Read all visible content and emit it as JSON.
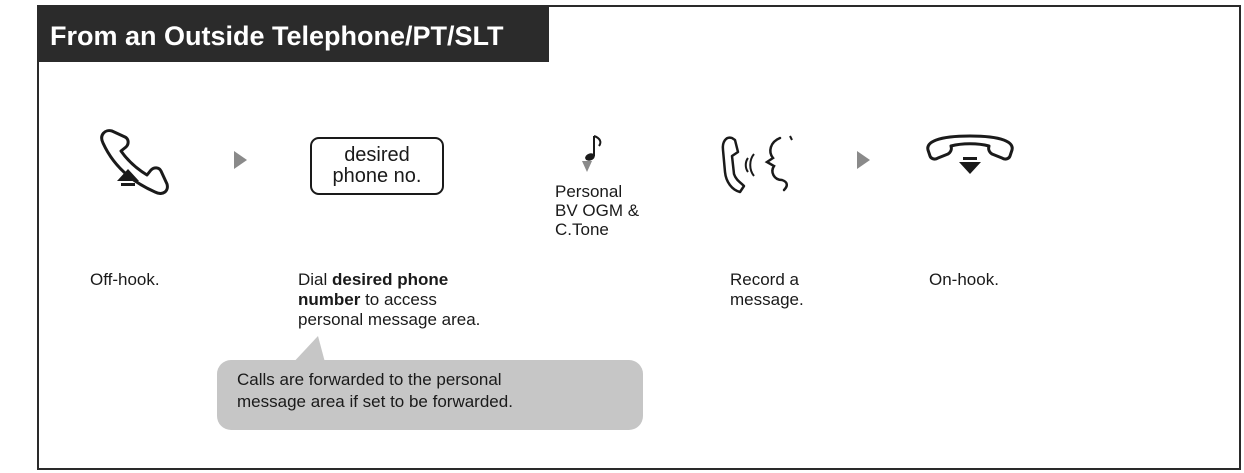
{
  "title": "From an Outside Telephone/PT/SLT",
  "steps": {
    "off_hook": {
      "label": "Off-hook."
    },
    "dial": {
      "box_line1": "desired",
      "box_line2": "phone no.",
      "label_pre": "Dial ",
      "label_bold1": "desired phone",
      "label_bold2": "number",
      "label_post1": " to access",
      "label_line3": "personal message area."
    },
    "tone": {
      "line1": "Personal",
      "line2": "BV OGM &",
      "line3": "C.Tone"
    },
    "record": {
      "line1": "Record a",
      "line2": "message."
    },
    "on_hook": {
      "label": "On-hook."
    }
  },
  "callout": {
    "line1": "Calls are forwarded to the personal",
    "line2": "message area if set to be forwarded."
  },
  "colors": {
    "title_bg": "#2b2b2b",
    "arrow": "#8a8a8a",
    "callout_bg": "#c6c6c6"
  },
  "icons": [
    "handset-offhook-icon",
    "music-note-tone-icon",
    "record-message-icon",
    "handset-onhook-icon"
  ]
}
